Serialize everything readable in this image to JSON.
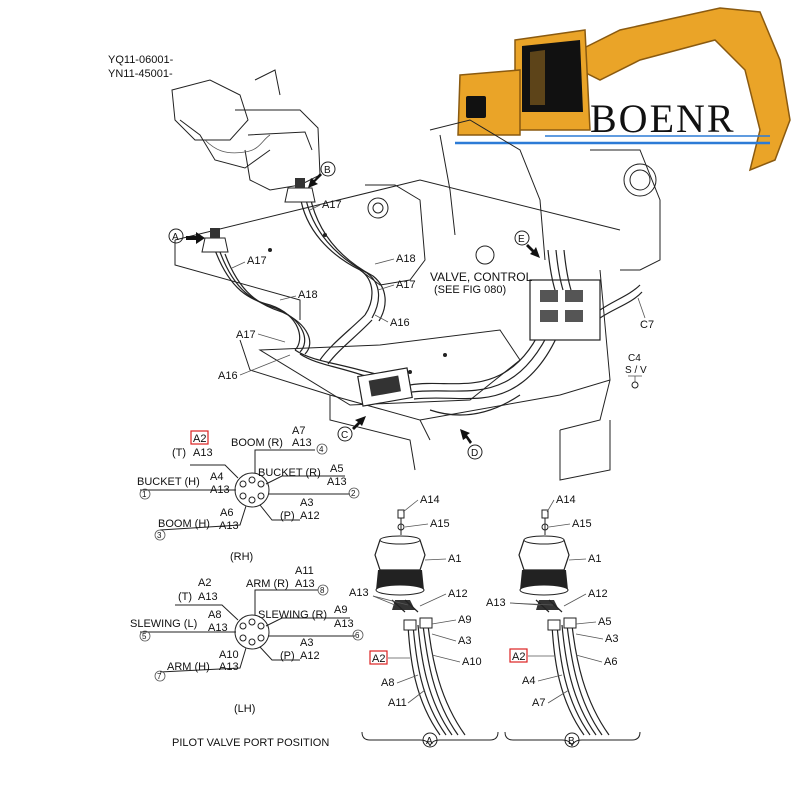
{
  "serials": [
    "YQ11-06001-",
    "YN11-45001-"
  ],
  "brand": {
    "name": "BOENR",
    "color": "#EAA428",
    "line_color": "#2C7BD6"
  },
  "main_view": {
    "callout_letters": [
      "A",
      "B",
      "C",
      "D",
      "E"
    ],
    "parts": [
      "A17",
      "A18",
      "A16",
      "C7"
    ],
    "valve_note": [
      "VALVE, CONTROL",
      "(SEE FIG 080)"
    ],
    "sv_label": [
      "C4",
      "S / V"
    ]
  },
  "rh_diagram": {
    "caption": "(RH)",
    "ports": {
      "t_top": "A2",
      "t_label": "(T)",
      "t_a13": "A13",
      "boom_r_code": "A7",
      "boom_r": "BOOM (R)",
      "boom_r_a13": "A13",
      "n4": "4",
      "bucket_r_code": "A5",
      "bucket_r": "BUCKET (R)",
      "bucket_r_a13": "A13",
      "bucket_h": "BUCKET (H)",
      "bucket_h_a4": "A4",
      "bucket_h_a13": "A13",
      "n1": "1",
      "p_a3": "A3",
      "p_label": "(P)",
      "p_a12": "A12",
      "n2": "2",
      "boom_h_a6": "A6",
      "boom_h": "BOOM (H)",
      "boom_h_a13": "A13",
      "n3": "3"
    }
  },
  "lh_diagram": {
    "caption": "(LH)",
    "ports": {
      "t_a2": "A2",
      "t_label": "(T)",
      "t_a13": "A13",
      "arm_r_code": "A11",
      "arm_r": "ARM (R)",
      "arm_r_a13": "A13",
      "n8": "8",
      "slew_r_code": "A9",
      "slew_r": "SLEWING (R)",
      "slew_r_a13": "A13",
      "a8": "A8",
      "slew_l": "SLEWING (L)",
      "slew_l_a13": "A13",
      "n5": "5",
      "p_a3": "A3",
      "p_label": "(P)",
      "p_a12": "A12",
      "n6": "6",
      "arm_h_a10": "A10",
      "arm_h": "ARM (H)",
      "arm_h_a13": "A13",
      "n7": "7"
    }
  },
  "detail_a": {
    "label": "A",
    "parts": [
      "A14",
      "A15",
      "A1",
      "A13",
      "A12",
      "A9",
      "A3",
      "A2",
      "A10",
      "A8",
      "A11"
    ]
  },
  "detail_b": {
    "label": "B",
    "parts": [
      "A14",
      "A15",
      "A1",
      "A13",
      "A12",
      "A5",
      "A3",
      "A2",
      "A6",
      "A4",
      "A7"
    ]
  },
  "footer": {
    "title": "PILOT VALVE PORT POSITION"
  }
}
